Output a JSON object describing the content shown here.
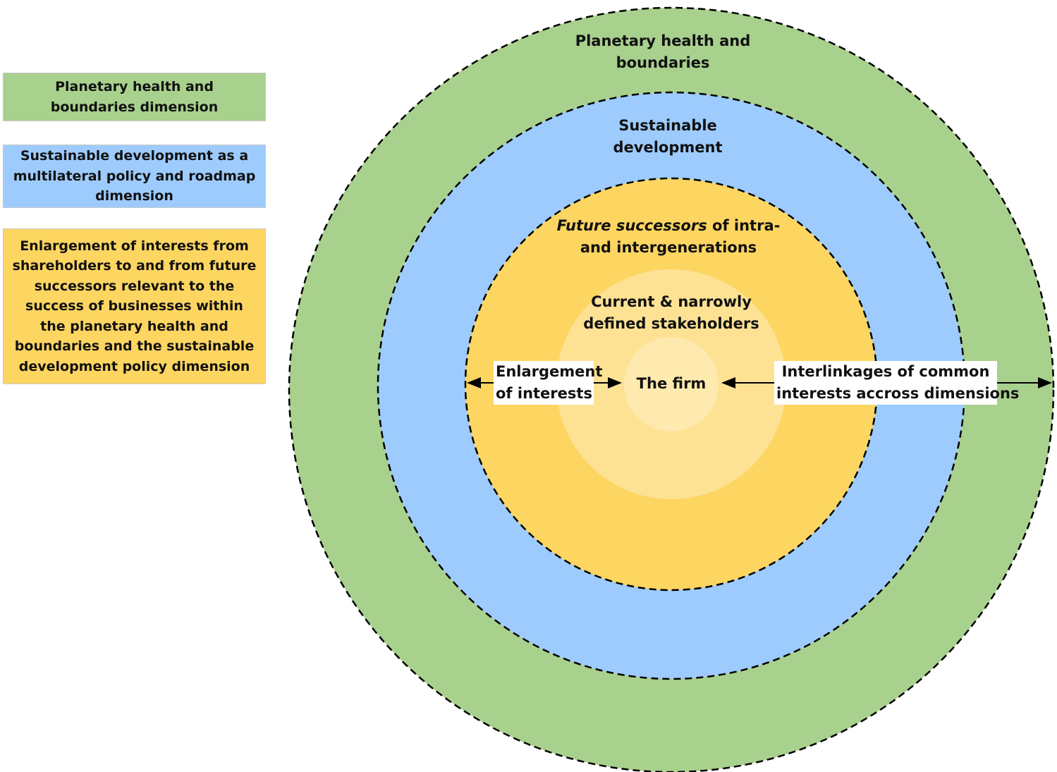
{
  "legend": {
    "green": "Planetary health and boundaries dimension",
    "blue": "Sustainable development as a multilateral policy and roadmap dimension",
    "yellow": "Enlargement of interests from shareholders to and from future successors relevant to the success of businesses within the planetary health and boundaries and the sustainable development policy dimension"
  },
  "rings": {
    "outer_label_line1": "Planetary health and",
    "outer_label_line2": "boundaries",
    "middle_label_line1": "Sustainable",
    "middle_label_line2": "development",
    "inner_label_italic": "Future successors",
    "inner_label_rest": " of intra-",
    "inner_label_line2": "and intergenerations",
    "stakeholders_line1": "Current & narrowly",
    "stakeholders_line2": "defined stakeholders",
    "core_label": "The firm"
  },
  "arrows": {
    "left_line1": "Enlargement",
    "left_line2": "of interests",
    "right_line1": "Interlinkages of common",
    "right_line2": "interests accross dimensions"
  },
  "colors": {
    "green": "#a9d18e",
    "blue": "#9dcbfd",
    "yellow": "#fdd561",
    "light_yellow": "#fde294",
    "core_yellow": "#feeaae"
  }
}
